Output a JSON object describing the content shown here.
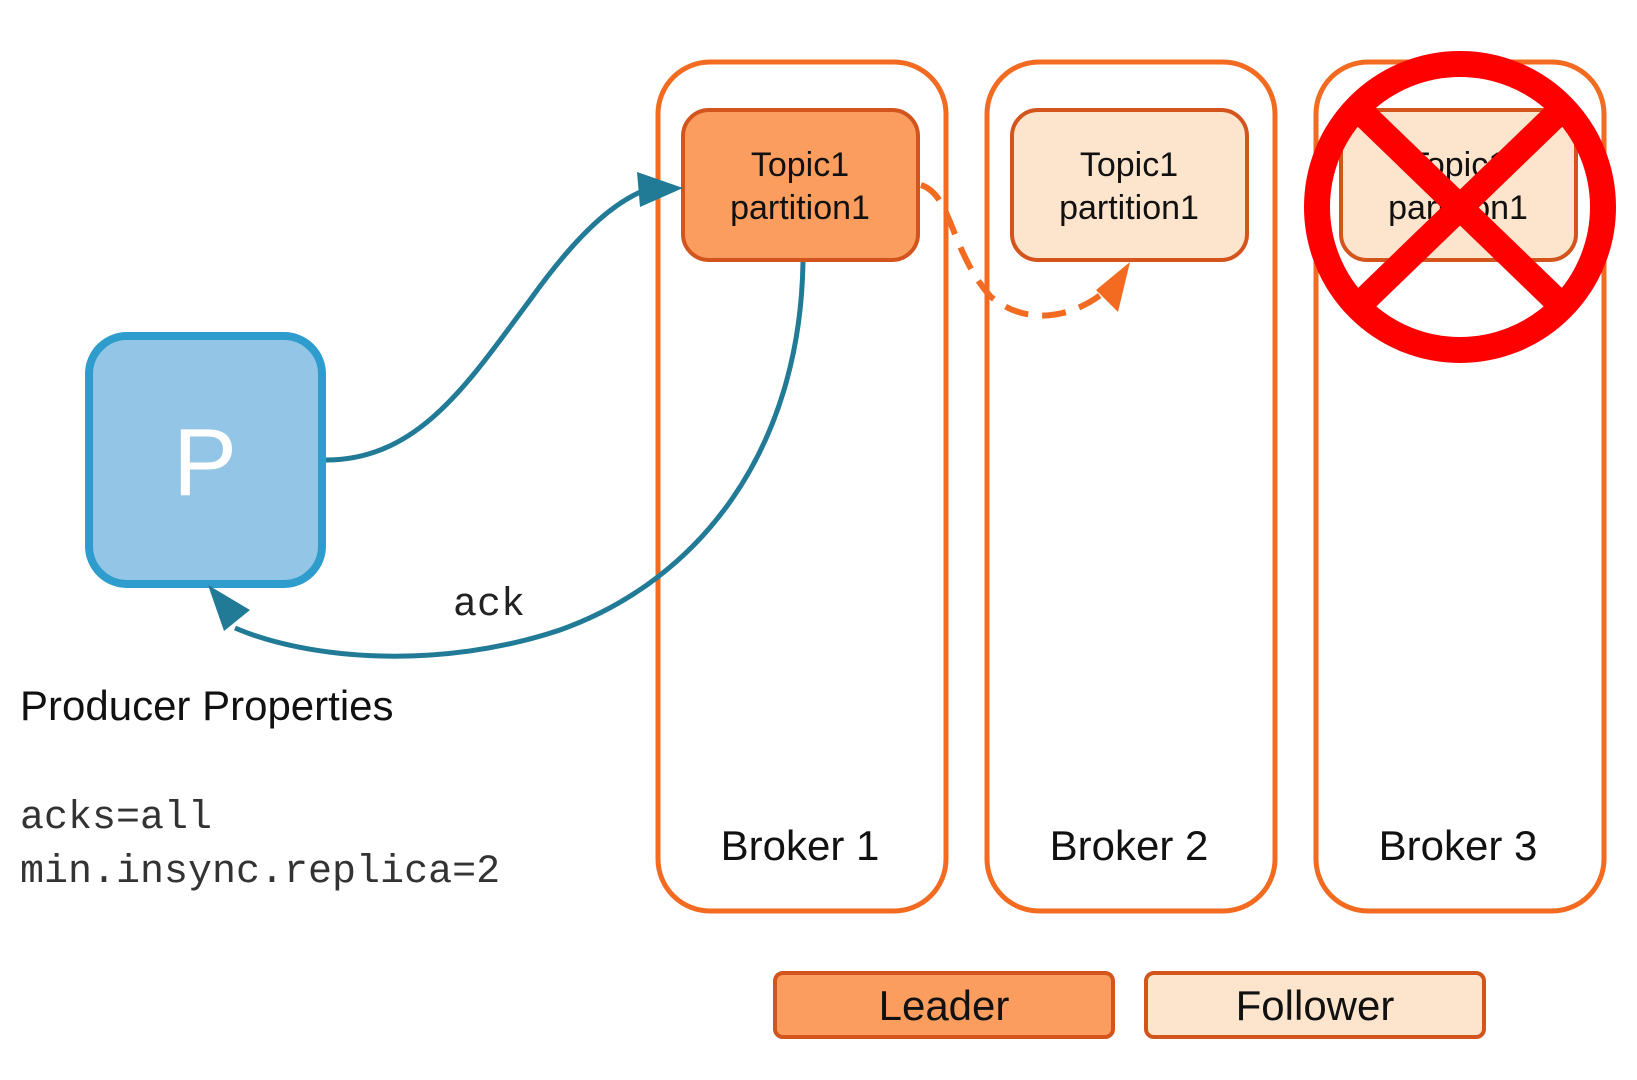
{
  "producer": {
    "letter": "P",
    "properties_title": "Producer Properties",
    "config_lines": [
      "acks=all",
      "min.insync.replica=2"
    ]
  },
  "brokers": [
    {
      "name": "Broker 1",
      "partition_line1": "Topic1",
      "partition_line2": "partition1",
      "role": "leader",
      "failed": false
    },
    {
      "name": "Broker 2",
      "partition_line1": "Topic1",
      "partition_line2": "partition1",
      "role": "follower",
      "failed": false
    },
    {
      "name": "Broker 3",
      "partition_line1": "Topic1",
      "partition_line2": "partition1",
      "role": "follower",
      "failed": true
    }
  ],
  "arrows": {
    "ack_label": "ack"
  },
  "legend": {
    "leader_label": "Leader",
    "follower_label": "Follower"
  },
  "colors": {
    "broker_border": "#f26b21",
    "leader_fill": "#fa9d5e",
    "leader_border": "#d3541c",
    "follower_fill": "#fde4cc",
    "follower_border": "#d3541c",
    "producer_fill": "#93c5e6",
    "producer_border": "#2e9ccc",
    "arrow_teal": "#217a96",
    "replication_dashed": "#f26b21",
    "failure_mark": "#ff0000"
  }
}
